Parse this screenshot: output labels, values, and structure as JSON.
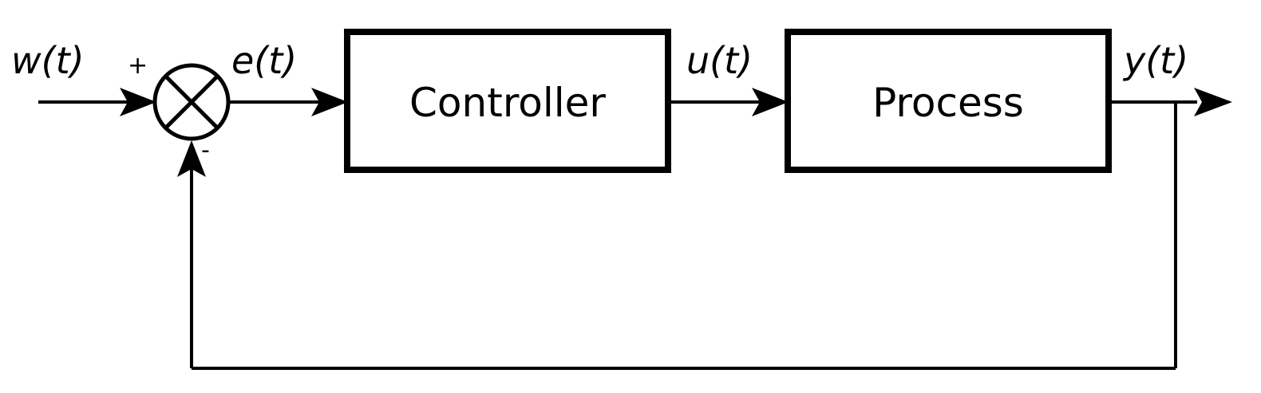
{
  "signals": {
    "reference": "w(t)",
    "error": "e(t)",
    "control": "u(t)",
    "output": "y(t)"
  },
  "signs": {
    "plus": "+",
    "minus": "-"
  },
  "blocks": {
    "controller": "Controller",
    "process": "Process"
  },
  "colors": {
    "stroke": "#000000",
    "background": "#ffffff"
  },
  "icons": {
    "summing_junction": "summing-junction-icon",
    "arrow": "arrow-icon"
  }
}
